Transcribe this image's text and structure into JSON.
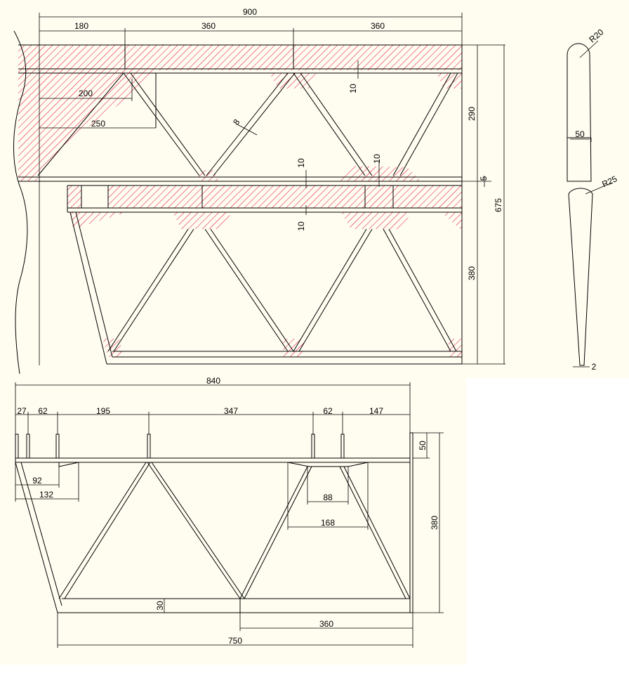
{
  "colors": {
    "paper": "#fffdf0",
    "page": "#ffffff",
    "line": "#000000",
    "hatch": "#e0003c"
  },
  "top_view": {
    "dims": {
      "overall_width": "900",
      "seg_180": "180",
      "seg_360_a": "360",
      "seg_360_b": "360",
      "d200": "200",
      "d250": "250",
      "d8": "8",
      "d10_a": "10",
      "d10_b": "10",
      "d10_c": "10",
      "d10_d": "10",
      "d290": "290",
      "d5": "5",
      "d380": "380",
      "d675": "675"
    }
  },
  "detail_view": {
    "dims": {
      "r20": "R20",
      "w50": "50",
      "r25": "R25",
      "w2": "2"
    }
  },
  "bottom_view": {
    "dims": {
      "overall_840": "840",
      "s27": "27",
      "s62_a": "62",
      "s195": "195",
      "s347": "347",
      "s62_b": "62",
      "s147": "147",
      "h50": "50",
      "d92": "92",
      "d132": "132",
      "d88": "88",
      "d168": "168",
      "h380": "380",
      "t30": "30",
      "d360": "360",
      "d750": "750"
    }
  }
}
